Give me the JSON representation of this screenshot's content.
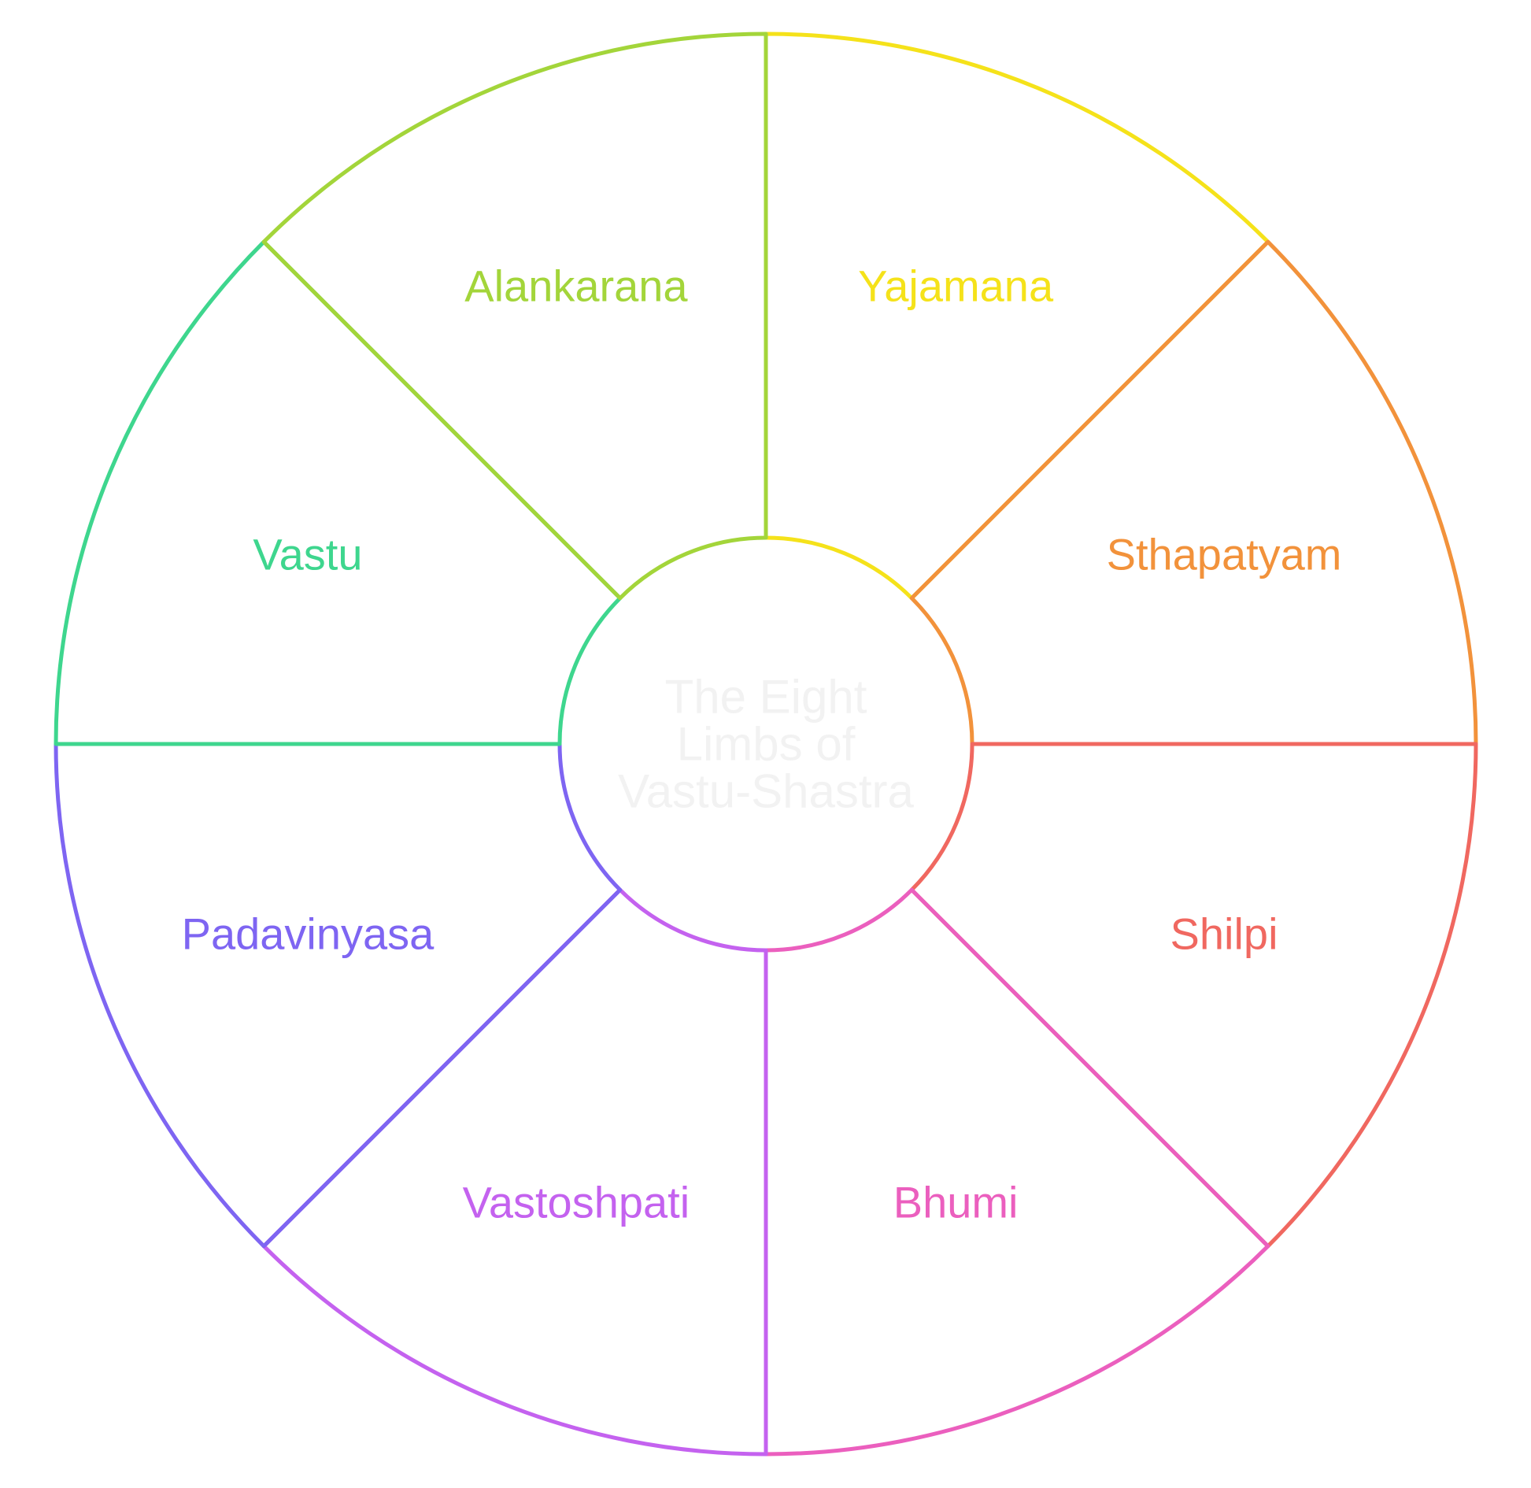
{
  "diagram": {
    "center": {
      "lines": [
        "The Eight",
        "Limbs of",
        "Vastu-Shastra"
      ],
      "color": "#f2f2f2"
    },
    "segments": [
      {
        "name": "Yajamana",
        "color": "#f5e21a"
      },
      {
        "name": "Sthapatyam",
        "color": "#f2923b"
      },
      {
        "name": "Shilpi",
        "color": "#f06860"
      },
      {
        "name": "Bhumi",
        "color": "#eb5fbe"
      },
      {
        "name": "Vastoshpati",
        "color": "#c462ef"
      },
      {
        "name": "Padavinyasa",
        "color": "#7e65f2"
      },
      {
        "name": "Vastu",
        "color": "#3ed68e"
      },
      {
        "name": "Alankarana",
        "color": "#a3d53a"
      }
    ]
  }
}
